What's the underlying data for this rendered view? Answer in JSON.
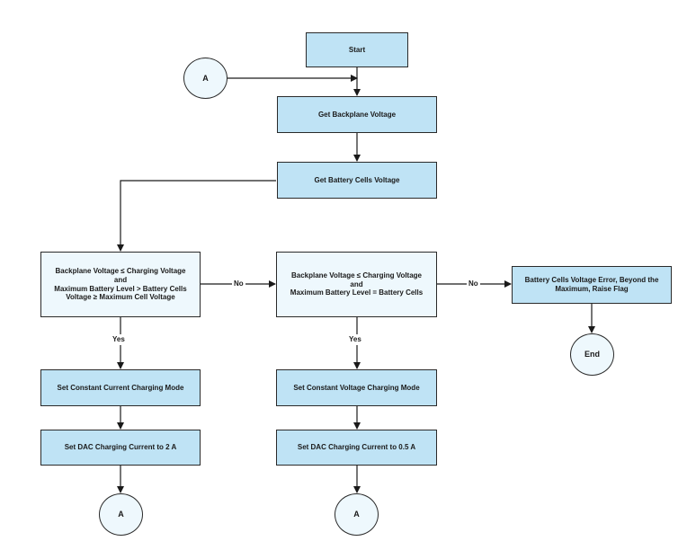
{
  "nodes": {
    "start": "Start",
    "connector_top": "A",
    "get_backplane": "Get Backplane Voltage",
    "get_cells": "Get Battery Cells Voltage",
    "decision_1": "Backplane Voltage ≤ Charging Voltage\nand\nMaximum Battery Level > Battery Cells\nVoltage ≥ Maximum Cell Voltage",
    "decision_2": "Backplane Voltage ≤ Charging Voltage\nand\nMaximum Battery Level = Battery Cells",
    "error": "Battery Cells Voltage Error, Beyond the\nMaximum, Raise Flag",
    "end": "End",
    "set_cc": "Set Constant Current Charging Mode",
    "set_cv": "Set Constant Voltage Charging Mode",
    "dac_2a": "Set DAC Charging Current to 2 A",
    "dac_05a": "Set DAC Charging Current to 0.5 A",
    "connector_bottom_left": "A",
    "connector_bottom_mid": "A"
  },
  "labels": {
    "no_1": "No",
    "no_2": "No",
    "yes_1": "Yes",
    "yes_2": "Yes"
  },
  "colors": {
    "process_fill": "#bfe3f5",
    "decision_fill": "#eef8fd",
    "line": "#1a1a1a"
  }
}
